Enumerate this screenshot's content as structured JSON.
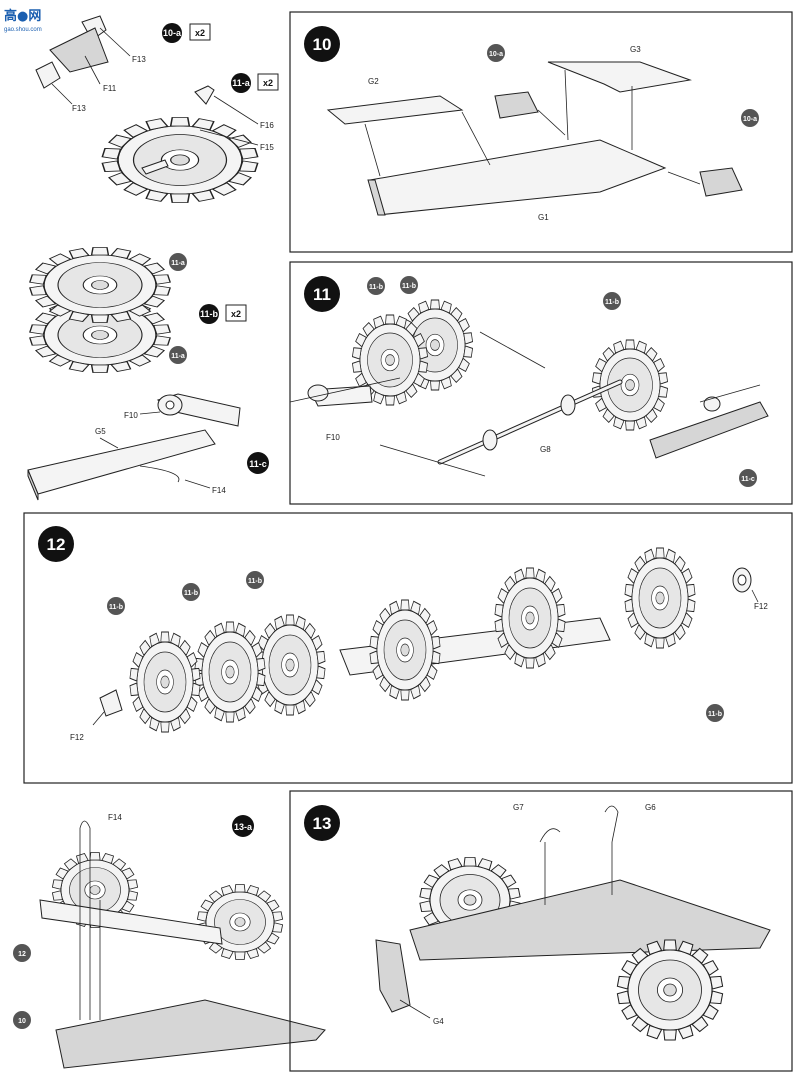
{
  "watermark": {
    "brand": "高●网",
    "url": "gao.shou.com"
  },
  "steps": {
    "s10": "10",
    "s11": "11",
    "s12": "12",
    "s13": "13"
  },
  "substeps": {
    "a10": "10-a",
    "a11": "11-a",
    "b11": "11-b",
    "c11": "11-c",
    "a13": "13-a",
    "r12": "12",
    "r10": "10"
  },
  "quantities": {
    "q10a": "x2",
    "q11a": "x2",
    "q11b": "x2"
  },
  "parts": {
    "F13": "F13",
    "F11": "F11",
    "F16": "F16",
    "F15": "F15",
    "F10": "F10",
    "G5": "G5",
    "F14": "F14",
    "F12": "F12",
    "G1": "G1",
    "G2": "G2",
    "G3": "G3",
    "G4": "G4",
    "G6": "G6",
    "G7": "G7",
    "G8": "G8"
  }
}
